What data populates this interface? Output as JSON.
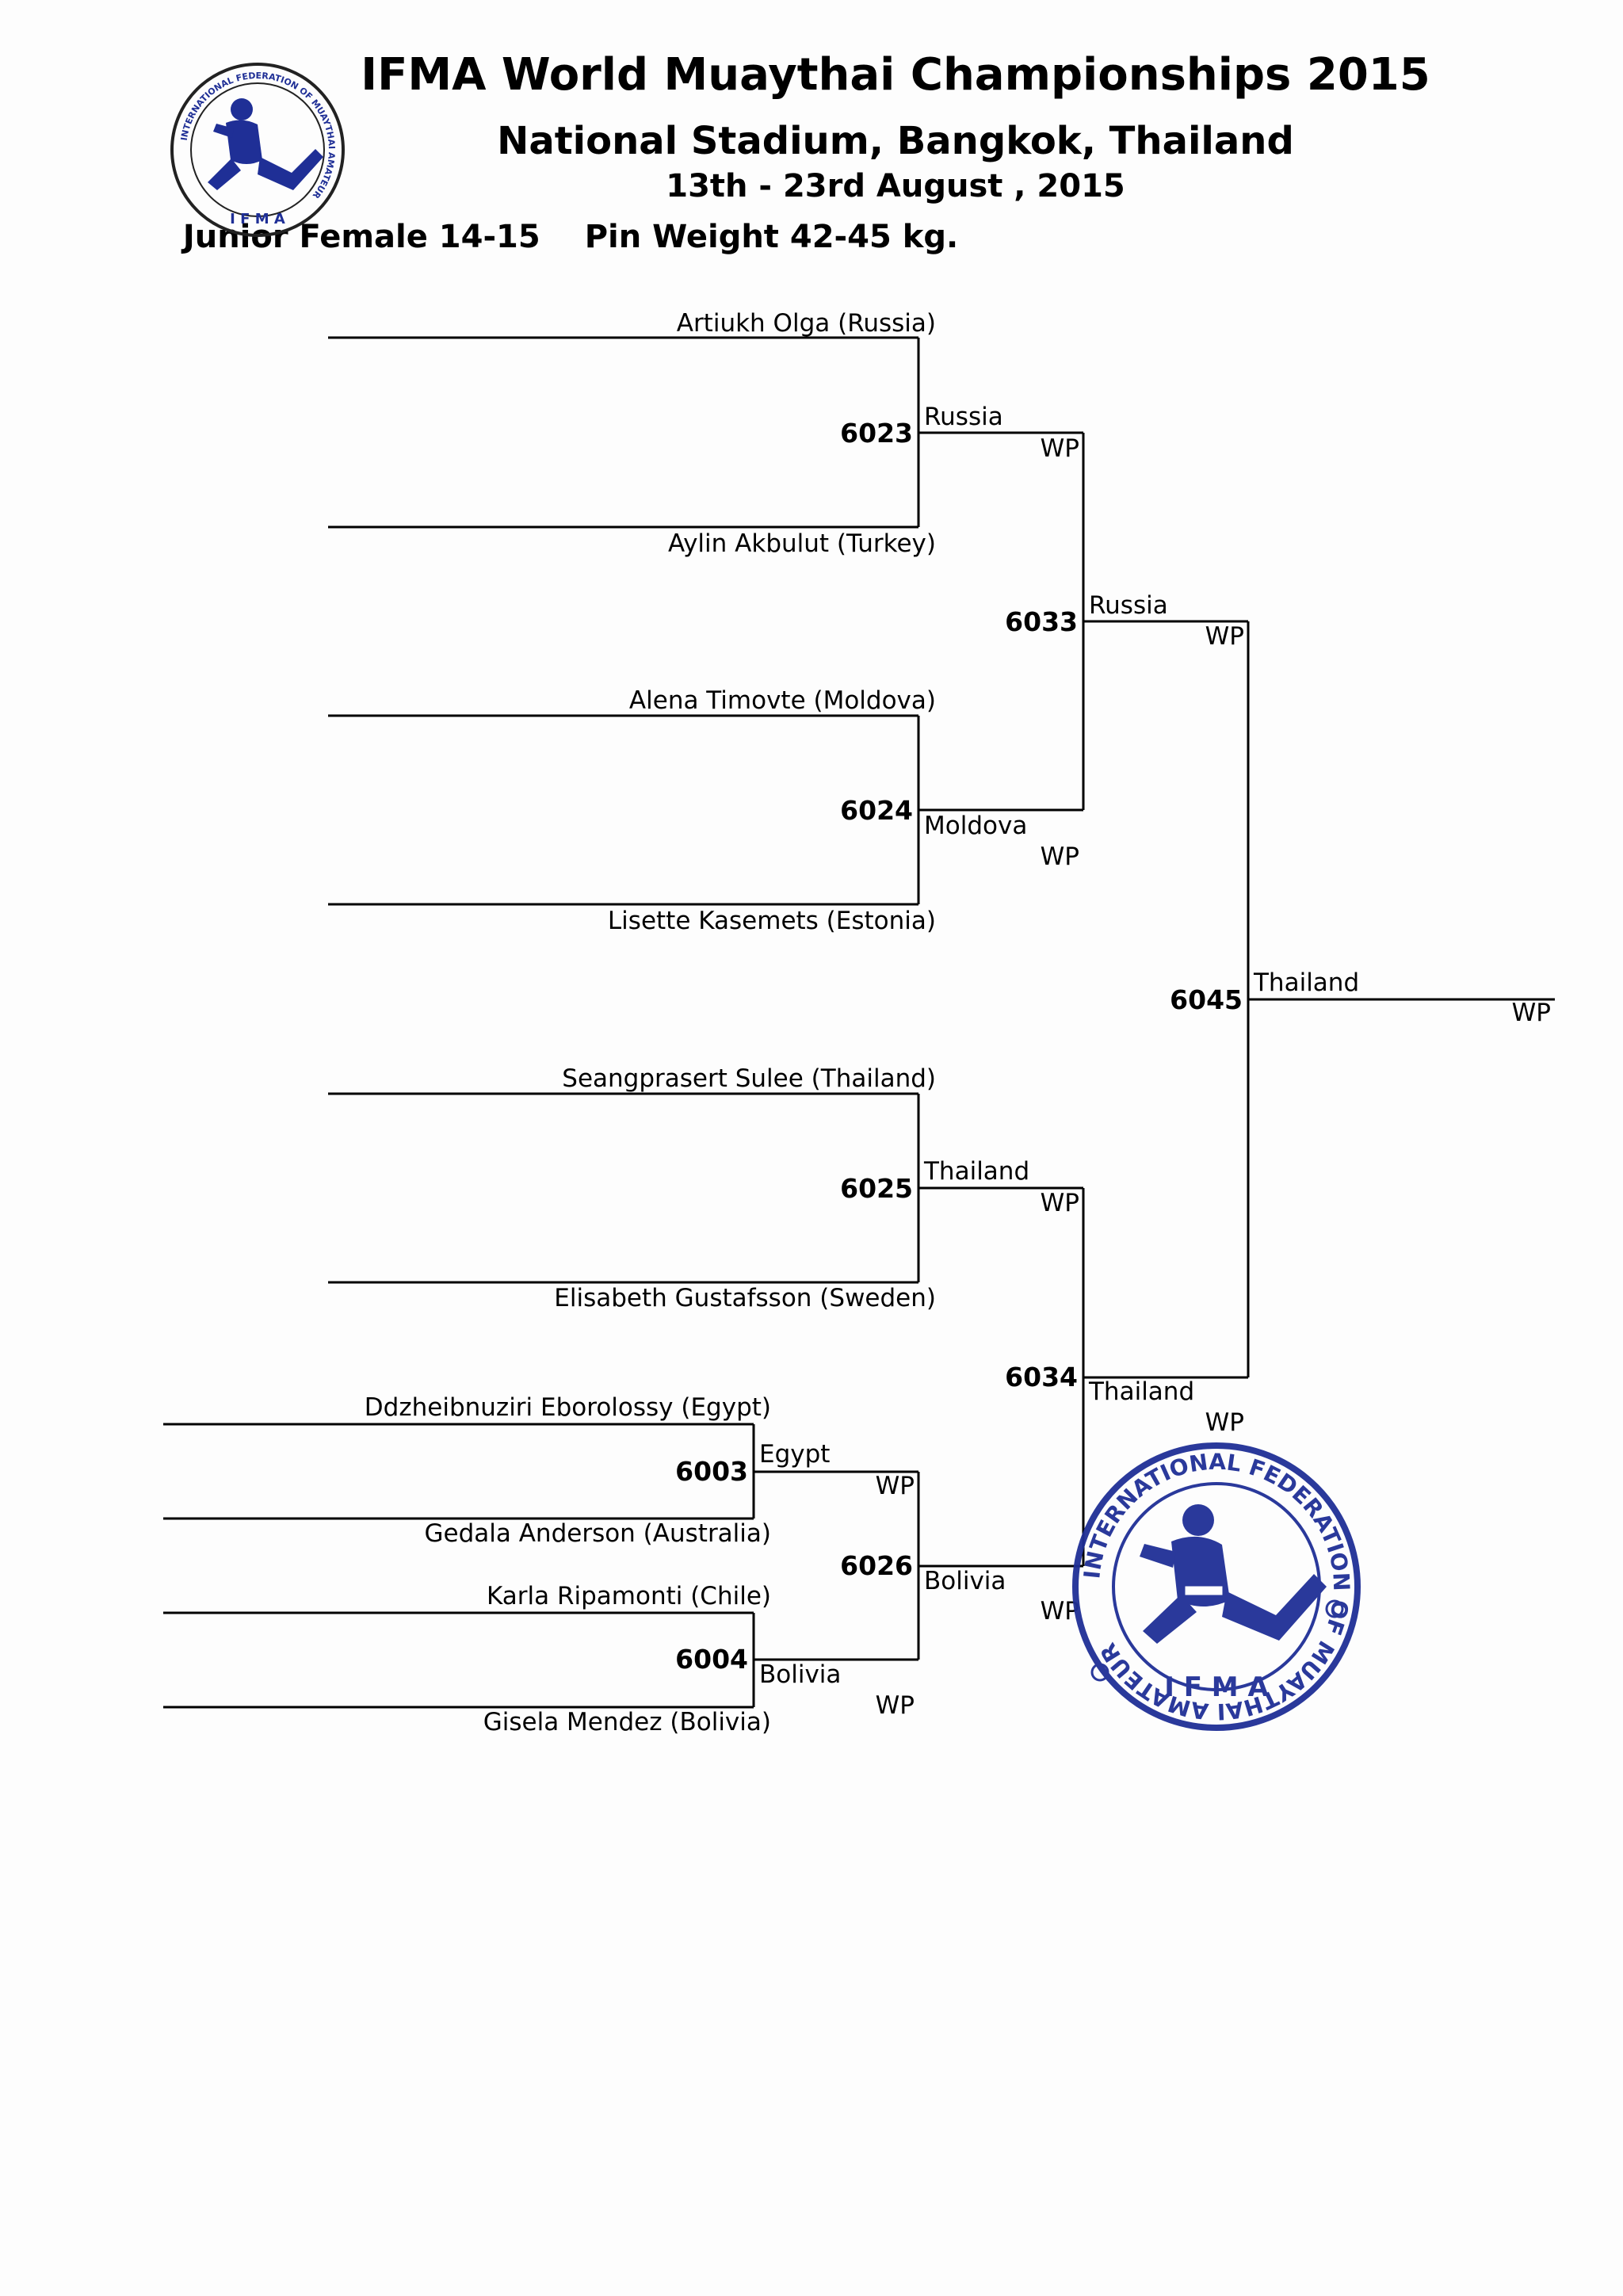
{
  "header": {
    "title": "IFMA World Muaythai Championships 2015",
    "venue": "National Stadium, Bangkok, Thailand",
    "dates": "13th - 23rd August , 2015",
    "category": "Junior Female 14-15",
    "weight": "Pin Weight 42-45 kg."
  },
  "logo": {
    "text_ring": "INTERNATIONAL FEDERATION OF MUAYTHAI AMATEUR",
    "acronym": "I F M A"
  },
  "stamp": {
    "text_ring": "INTERNATIONAL FEDERATION OF MUAYTHAI AMATEUR",
    "acronym": "I F M A",
    "color": "#1f2f96"
  },
  "bracket": {
    "fighters": [
      "Artiukh Olga  (Russia)",
      "Aylin Akbulut (Turkey)",
      "Alena Timovte (Moldova)",
      "Lisette Kasemets (Estonia)",
      "Seangprasert Sulee (Thailand)",
      "Elisabeth Gustafsson (Sweden)",
      "Ddzheibnuziri Eborolossy (Egypt)",
      "Gedala Anderson (Australia)",
      "Karla Ripamonti (Chile)",
      "Gisela Mendez (Bolivia)"
    ],
    "bouts": {
      "b6003": {
        "id": "6003",
        "winner": "Egypt",
        "result": "WP"
      },
      "b6004": {
        "id": "6004",
        "winner": "Bolivia",
        "result": "WP"
      },
      "b6023": {
        "id": "6023",
        "winner": "Russia",
        "result": "WP"
      },
      "b6024": {
        "id": "6024",
        "winner": "Moldova",
        "result": "WP"
      },
      "b6025": {
        "id": "6025",
        "winner": "Thailand",
        "result": "WP"
      },
      "b6026": {
        "id": "6026",
        "winner": "Bolivia",
        "result": "WP"
      },
      "b6033": {
        "id": "6033",
        "winner": "Russia",
        "result": "WP"
      },
      "b6034": {
        "id": "6034",
        "winner": "Thailand",
        "result": "WP"
      },
      "b6045": {
        "id": "6045",
        "winner": "Thailand",
        "result": "WP"
      }
    }
  }
}
